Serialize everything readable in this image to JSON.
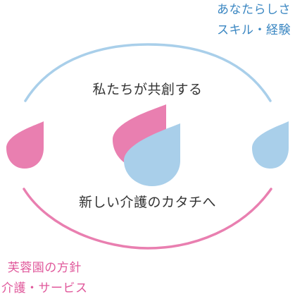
{
  "colors": {
    "pink": "#e97fb0",
    "blue": "#a9cfea",
    "blue_text": "#3b87c2",
    "pink_text": "#e0589b",
    "text": "#333333"
  },
  "labels": {
    "top_right": [
      "あなたらしさ",
      "スキル・経験"
    ],
    "bottom_left": [
      "芙蓉園の方針",
      "介護・サービス"
    ]
  },
  "center": {
    "top_text": "私たちが共創する",
    "bottom_text": "新しい介護のカタチへ"
  }
}
